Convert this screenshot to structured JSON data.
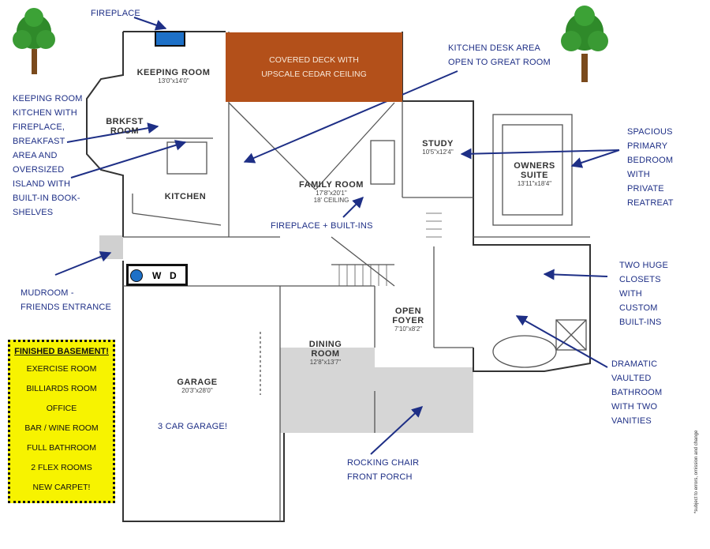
{
  "callouts": {
    "fireplace": "FIREPLACE",
    "kitchen_desk": [
      "KITCHEN DESK AREA",
      "OPEN TO GREAT ROOM"
    ],
    "keeping_room": [
      "KEEPING ROOM",
      "KITCHEN WITH",
      "FIREPLACE,",
      "BREAKFAST",
      "AREA AND",
      "OVERSIZED",
      "ISLAND WITH",
      "BUILT-IN BOOK-",
      "SHELVES"
    ],
    "primary_bedroom": [
      "SPACIOUS",
      "PRIMARY",
      "BEDROOM",
      "WITH",
      "PRIVATE",
      "REATREAT"
    ],
    "fireplace_builtins": "FIREPLACE + BUILT-INS",
    "mudroom": [
      "MUDROOM -",
      "FRIENDS ENTRANCE"
    ],
    "closets": [
      "TWO HUGE",
      "CLOSETS",
      "WITH",
      "CUSTOM",
      "BUILT-INS"
    ],
    "bathroom": [
      "DRAMATIC",
      "VAULTED",
      "BATHROOM",
      "WITH TWO",
      "VANITIES"
    ],
    "garage_note": "3 CAR GARAGE!",
    "porch": [
      "ROCKING CHAIR",
      "FRONT PORCH"
    ]
  },
  "deck": [
    "COVERED DECK WITH",
    "UPSCALE CEDAR CEILING"
  ],
  "basement": {
    "title": "FINISHED BASEMENT!",
    "items": [
      "EXERCISE ROOM",
      "BILLIARDS ROOM",
      "OFFICE",
      "BAR / WINE ROOM",
      "FULL BATHROOM",
      "2 FLEX ROOMS",
      "NEW CARPET!"
    ]
  },
  "washer_dryer": {
    "w": "W",
    "d": "D"
  },
  "rooms": {
    "keeping_room": {
      "name": "KEEPING ROOM",
      "dims": "13'0\"x14'0\""
    },
    "brkfst": {
      "name": "BRKFST ROOM"
    },
    "kitchen": {
      "name": "KITCHEN"
    },
    "family_room": {
      "name": "FAMILY ROOM",
      "dims": "17'8\"x20'1\"",
      "ceiling": "18' CEILING"
    },
    "study": {
      "name": "STUDY",
      "dims": "10'5\"x12'4\""
    },
    "owners_suite": {
      "name": "OWNERS SUITE",
      "dims": "13'11\"x18'4\""
    },
    "garage": {
      "name": "GARAGE",
      "dims": "20'3\"x28'0\""
    },
    "dining_room": {
      "name": "DINING ROOM",
      "dims": "12'8\"x13'7\""
    },
    "open_foyer": {
      "name": "OPEN FOYER",
      "dims": "7'10\"x8'2\""
    }
  },
  "disclaimer": "*subject to errors, omission and change",
  "colors": {
    "callout": "#1e2f86",
    "deck": "#b3501a",
    "basement_bg": "#f7f300",
    "porch": "#d6d6d6",
    "arrow": "#1e2f86",
    "fireplace_blue": "#1d70c7"
  }
}
